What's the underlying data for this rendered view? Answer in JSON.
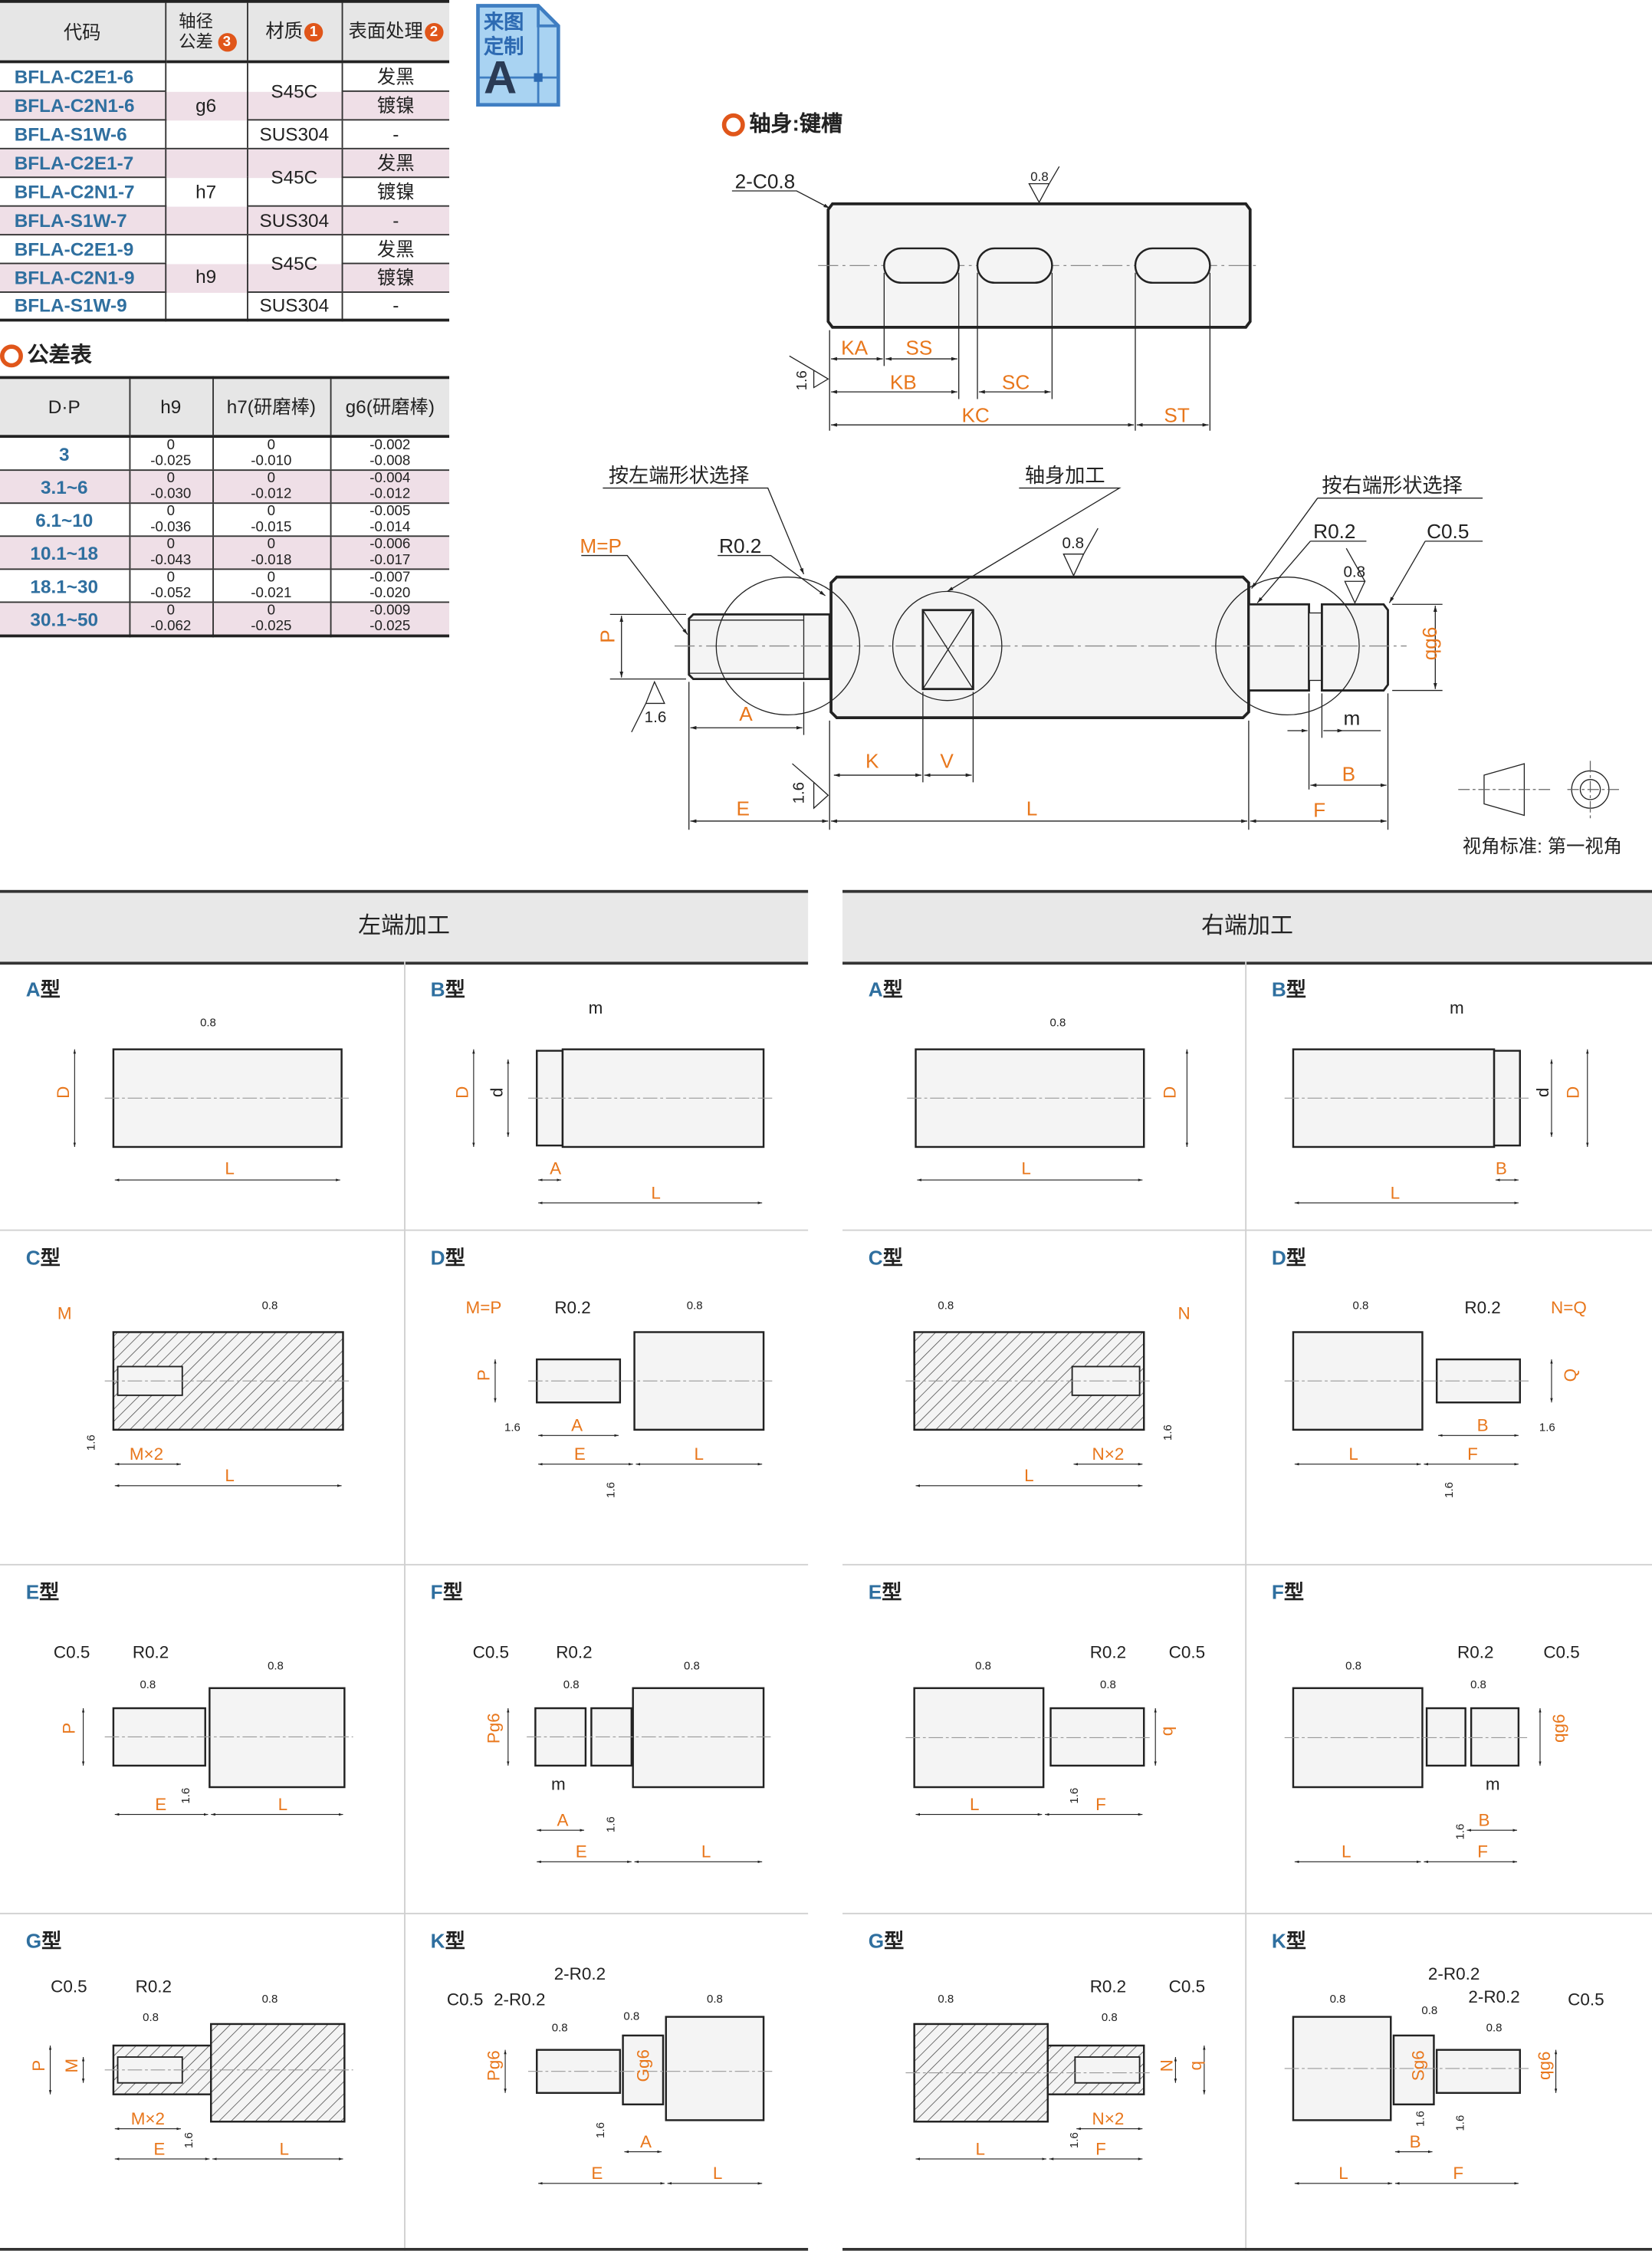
{
  "spec_table": {
    "headers": {
      "code": "代码",
      "tolerance": "轴径公差",
      "tolerance_badge": "3",
      "material": "材质",
      "material_badge": "1",
      "surface": "表面处理",
      "surface_badge": "2"
    },
    "groups": [
      {
        "tolerance": "g6",
        "material_a": "S45C",
        "material_b": "SUS304",
        "rows": [
          {
            "code": "BFLA-C2E1-6",
            "surface": "发黑"
          },
          {
            "code": "BFLA-C2N1-6",
            "surface": "镀镍"
          },
          {
            "code": "BFLA-S1W-6",
            "surface": "-"
          }
        ]
      },
      {
        "tolerance": "h7",
        "material_a": "S45C",
        "material_b": "SUS304",
        "rows": [
          {
            "code": "BFLA-C2E1-7",
            "surface": "发黑"
          },
          {
            "code": "BFLA-C2N1-7",
            "surface": "镀镍"
          },
          {
            "code": "BFLA-S1W-7",
            "surface": "-"
          }
        ]
      },
      {
        "tolerance": "h9",
        "material_a": "S45C",
        "material_b": "SUS304",
        "rows": [
          {
            "code": "BFLA-C2E1-9",
            "surface": "发黑"
          },
          {
            "code": "BFLA-C2N1-9",
            "surface": "镀镍"
          },
          {
            "code": "BFLA-S1W-9",
            "surface": "-"
          }
        ]
      }
    ]
  },
  "custom_badge": {
    "line1": "来图",
    "line2": "定制",
    "letter": "A"
  },
  "tolerance_table": {
    "title": "公差表",
    "headers": [
      "D·P",
      "h9",
      "h7(研磨棒)",
      "g6(研磨棒)"
    ],
    "rows": [
      {
        "range": "3",
        "h9": [
          "0",
          "-0.025"
        ],
        "h7": [
          "0",
          "-0.010"
        ],
        "g6": [
          "-0.002",
          "-0.008"
        ]
      },
      {
        "range": "3.1~6",
        "h9": [
          "0",
          "-0.030"
        ],
        "h7": [
          "0",
          "-0.012"
        ],
        "g6": [
          "-0.004",
          "-0.012"
        ]
      },
      {
        "range": "6.1~10",
        "h9": [
          "0",
          "-0.036"
        ],
        "h7": [
          "0",
          "-0.015"
        ],
        "g6": [
          "-0.005",
          "-0.014"
        ]
      },
      {
        "range": "10.1~18",
        "h9": [
          "0",
          "-0.043"
        ],
        "h7": [
          "0",
          "-0.018"
        ],
        "g6": [
          "-0.006",
          "-0.017"
        ]
      },
      {
        "range": "18.1~30",
        "h9": [
          "0",
          "-0.052"
        ],
        "h7": [
          "0",
          "-0.021"
        ],
        "g6": [
          "-0.007",
          "-0.020"
        ]
      },
      {
        "range": "30.1~50",
        "h9": [
          "0",
          "-0.062"
        ],
        "h7": [
          "0",
          "-0.025"
        ],
        "g6": [
          "-0.009",
          "-0.025"
        ]
      }
    ]
  },
  "keyway": {
    "title": "轴身:键槽",
    "chamfer": "2-C0.8",
    "roughness_top": "0.8",
    "roughness_dim": "1.6",
    "dims": {
      "ka": "KA",
      "ss": "SS",
      "kb": "KB",
      "sc": "SC",
      "kc": "KC",
      "st": "ST"
    }
  },
  "shaft": {
    "left_callout": "按左端形状选择",
    "body_callout": "轴身加工",
    "right_callout": "按右端形状选择",
    "m_eq_p": "M=P",
    "left_r": "R0.2",
    "right_r": "R0.2",
    "right_c": "C0.5",
    "rough_body": "0.8",
    "rough_right": "0.8",
    "rough_left": "1.6",
    "rough_mid": "1.6",
    "dims": {
      "p": "P",
      "qg6": "qg6",
      "a": "A",
      "m": "m",
      "k": "K",
      "v": "V",
      "b": "B",
      "e": "E",
      "l": "L",
      "f": "F"
    },
    "view_standard": "视角标准: 第一视角"
  },
  "colors": {
    "accent": "#e8771c",
    "code_blue": "#2f6f9f",
    "stripe": "#efdfe7",
    "badge": "#e0561a"
  },
  "panels": [
    {
      "title": "左端加工",
      "cells": [
        {
          "letter": "A",
          "suffix": "型",
          "labels": [
            "0.8",
            "D",
            "L"
          ]
        },
        {
          "letter": "B",
          "suffix": "型",
          "labels": [
            "m",
            "D",
            "d",
            "A",
            "L"
          ]
        },
        {
          "letter": "C",
          "suffix": "型",
          "labels": [
            "M",
            "0.8",
            "1.6",
            "M×2",
            "L"
          ]
        },
        {
          "letter": "D",
          "suffix": "型",
          "labels": [
            "M=P",
            "R0.2",
            "0.8",
            "P",
            "1.6",
            "A",
            "E",
            "L",
            "1.6"
          ]
        },
        {
          "letter": "E",
          "suffix": "型",
          "labels": [
            "C0.5",
            "R0.2",
            "0.8",
            "0.8",
            "P",
            "E",
            "1.6",
            "L"
          ]
        },
        {
          "letter": "F",
          "suffix": "型",
          "labels": [
            "C0.5",
            "R0.2",
            "0.8",
            "0.8",
            "Pg6",
            "m",
            "A",
            "1.6",
            "E",
            "L"
          ]
        },
        {
          "letter": "G",
          "suffix": "型",
          "labels": [
            "C0.5",
            "R0.2",
            "0.8",
            "0.8",
            "P",
            "M",
            "M×2",
            "E",
            "1.6",
            "L"
          ]
        },
        {
          "letter": "K",
          "suffix": "型",
          "labels": [
            "C0.5",
            "2-R0.2",
            "2-R0.2",
            "0.8",
            "0.8",
            "0.8",
            "Pg6",
            "Gg6",
            "1.6",
            "A",
            "E",
            "L"
          ]
        }
      ]
    },
    {
      "title": "右端加工",
      "cells": [
        {
          "letter": "A",
          "suffix": "型",
          "labels": [
            "0.8",
            "D",
            "L"
          ]
        },
        {
          "letter": "B",
          "suffix": "型",
          "labels": [
            "m",
            "d",
            "D",
            "B",
            "L"
          ]
        },
        {
          "letter": "C",
          "suffix": "型",
          "labels": [
            "0.8",
            "N",
            "1.6",
            "N×2",
            "L"
          ]
        },
        {
          "letter": "D",
          "suffix": "型",
          "labels": [
            "0.8",
            "R0.2",
            "N=Q",
            "Q",
            "B",
            "1.6",
            "L",
            "F",
            "1.6"
          ]
        },
        {
          "letter": "E",
          "suffix": "型",
          "labels": [
            "0.8",
            "R0.2",
            "0.8",
            "C0.5",
            "q",
            "L",
            "1.6",
            "F"
          ]
        },
        {
          "letter": "F",
          "suffix": "型",
          "labels": [
            "0.8",
            "R0.2",
            "0.8",
            "C0.5",
            "qg6",
            "m",
            "B",
            "1.6",
            "F",
            "L"
          ]
        },
        {
          "letter": "G",
          "suffix": "型",
          "labels": [
            "0.8",
            "R0.2",
            "0.8",
            "C0.5",
            "N",
            "q",
            "N×2",
            "1.6",
            "F",
            "L"
          ]
        },
        {
          "letter": "K",
          "suffix": "型",
          "labels": [
            "0.8",
            "2-R0.2",
            "2-R0.2",
            "0.8",
            "0.8",
            "C0.5",
            "Sg6",
            "qg6",
            "1.6",
            "1.6",
            "B",
            "L",
            "F"
          ]
        }
      ]
    }
  ]
}
